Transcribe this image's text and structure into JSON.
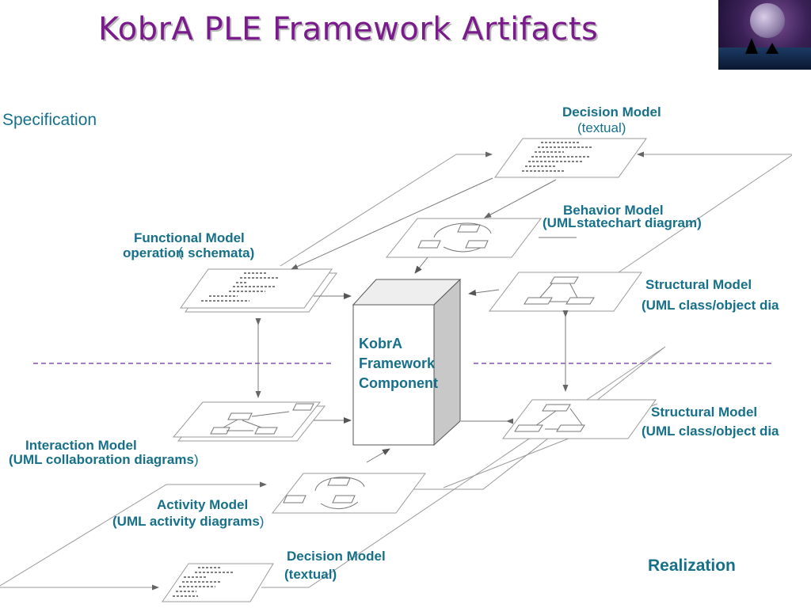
{
  "title": "KobrA PLE Framework Artifacts",
  "labels": {
    "specification": "Specification",
    "realization": "Realization",
    "decision_top": "Decision Model",
    "decision_top_sub": "(textual)",
    "behavior": "Behavior Model",
    "behavior_sub_a": "(UML",
    "behavior_sub_b": "statechart diagram)",
    "functional": "Functional Model",
    "functional_sub": "operation schemata)",
    "functional_paren": "(",
    "structural_top": "Structural Model",
    "structural_top_sub": "(UML class/object  dia",
    "structural_bottom": "Structural Model",
    "structural_bottom_sub": "(UML class/object dia",
    "interaction": "Interaction Model",
    "interaction_sub": "(UML collaboration diagrams",
    "interaction_close": ")",
    "activity": "Activity Model",
    "activity_sub": "(UML activity diagrams",
    "activity_close": ")",
    "decision_bottom": "Decision Model",
    "decision_bottom_sub": "(textual)"
  },
  "component": {
    "line1": "KobrA",
    "line2": "Framework",
    "line3": "Component"
  },
  "colors": {
    "title": "#7a1a8c",
    "label": "#16708a",
    "dashed_line": "#6a2fa0",
    "component_side": "#c8c8c8"
  }
}
